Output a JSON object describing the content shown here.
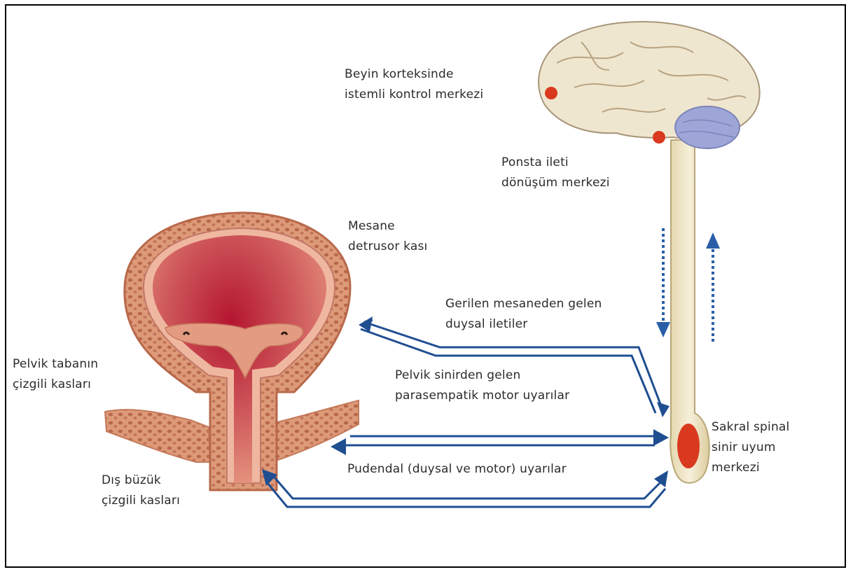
{
  "labels": {
    "cortex": {
      "line1": "Beyin korteksinde",
      "line2": "istemli kontrol merkezi"
    },
    "pons": {
      "line1": "Ponsta ileti",
      "line2": "dönüşüm merkezi"
    },
    "bladder": {
      "line1": "Mesane",
      "line2": "detrusor kası"
    },
    "sensory": {
      "line1": "Gerilen mesaneden gelen",
      "line2": "duysal iletiler"
    },
    "pelvic_nerve": {
      "line1": "Pelvik sinirden gelen",
      "line2": "parasempatik motor uyarılar"
    },
    "pelvic_floor": {
      "line1": "Pelvik tabanın",
      "line2": "çizgili kasları"
    },
    "pudendal": {
      "line1": "Pudendal (duysal ve motor) uyarılar"
    },
    "sacral": {
      "line1": "Sakral spinal",
      "line2": "sinir uyum",
      "line3": "merkezi"
    },
    "external_sphincter": {
      "line1": "Dış büzük",
      "line2": "çizgili kasları"
    }
  },
  "colors": {
    "arrow": "#1f4e91",
    "dotted_arrow": "#2a5fa8",
    "center_dot": "#d9391e",
    "bladder_wall": "#d98f6e",
    "bladder_lumen": "#b8283c",
    "cord": "#efe4c2",
    "cerebellum": "#9ea6d8",
    "brain": "#efe6cf"
  }
}
